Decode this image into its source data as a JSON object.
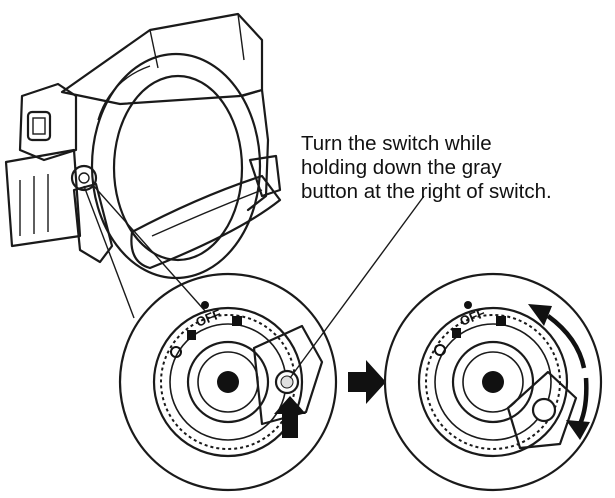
{
  "instruction": {
    "lines": [
      "Turn the switch while",
      "holding down the gray",
      "button at the right of switch."
    ]
  },
  "dial_labels": {
    "off": "OFF"
  },
  "icons": [
    "camcorder-illustration",
    "mode-dial-before",
    "mode-dial-after",
    "right-arrow-icon",
    "push-arrow-icon",
    "rotation-arrow-icon"
  ],
  "colors": {
    "ink": "#1a1a1a",
    "light_gray": "#e9e9e9",
    "mid_gray": "#c9c9c9"
  }
}
